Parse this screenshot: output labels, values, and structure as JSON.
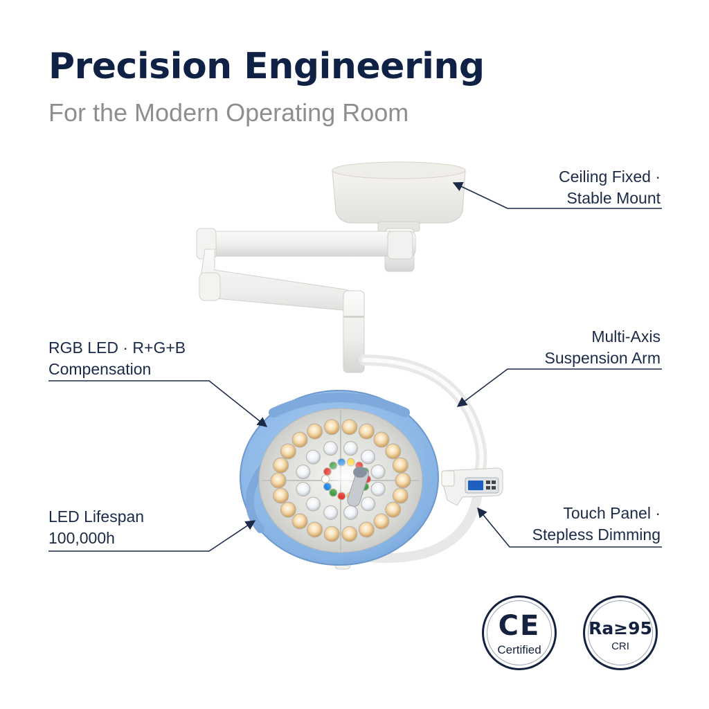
{
  "header": {
    "title": "Precision Engineering",
    "subtitle": "For the Modern Operating Room"
  },
  "callouts": {
    "ceiling": {
      "line1": "Ceiling Fixed ·",
      "line2": "Stable Mount"
    },
    "arm": {
      "line1": "Multi-Axis",
      "line2": "Suspension Arm"
    },
    "rgb": {
      "line1": "RGB LED · R+G+B",
      "line2": "Compensation"
    },
    "lifespan": {
      "line1": "LED Lifespan",
      "line2": "100,000h"
    },
    "panel": {
      "line1": "Touch Panel ·",
      "line2": "Stepless Dimming"
    }
  },
  "badges": {
    "ce": {
      "mark": "CE",
      "label": "Certified"
    },
    "cri": {
      "mark": "Ra≥95",
      "label": "CRI"
    }
  },
  "colors": {
    "title": "#0f2145",
    "subtitle": "#8e8e8e",
    "text": "#1b2a48",
    "lamp_blue": "#8fb9e8",
    "leader_line": "#1b2a48"
  }
}
